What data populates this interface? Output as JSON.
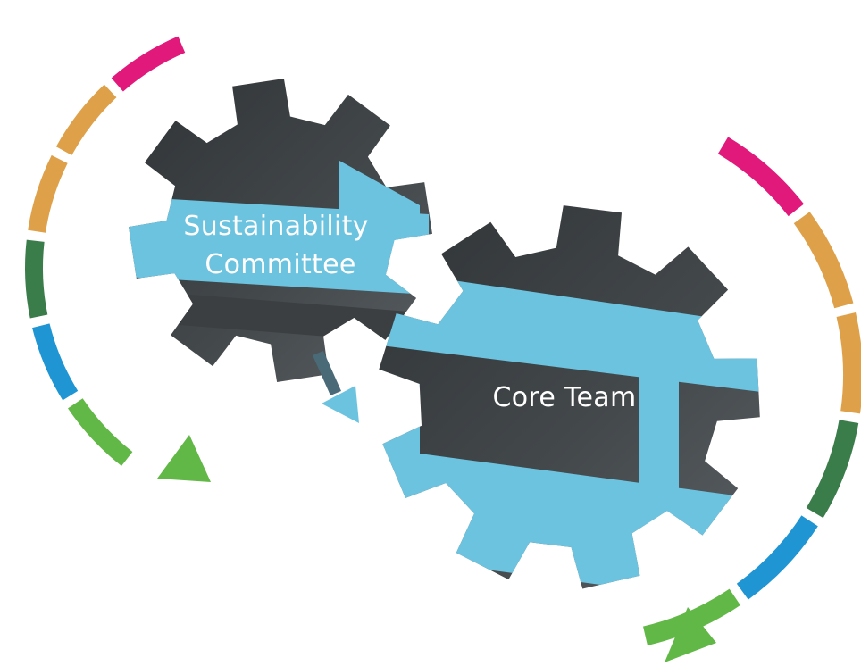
{
  "gears": [
    {
      "id": "sustainability-committee",
      "label_lines": [
        "Sustainability",
        "Committee"
      ]
    },
    {
      "id": "core-team",
      "label_lines": [
        "Core Team"
      ]
    }
  ],
  "colors": {
    "background": "#ffffff",
    "gear_dark": "#3b3f42",
    "gear_light": "#6cc3df",
    "label_text": "#ffffff",
    "cycle_segments": [
      "#e0197b",
      "#dea14a",
      "#dea14a",
      "#3b7d4a",
      "#1f95d3",
      "#62b847"
    ]
  },
  "icons": {
    "left_arrow": "curved-arrow-down-right-icon",
    "right_arrow": "curved-arrow-down-left-icon",
    "connector": "small-arrow-down-right-icon"
  }
}
